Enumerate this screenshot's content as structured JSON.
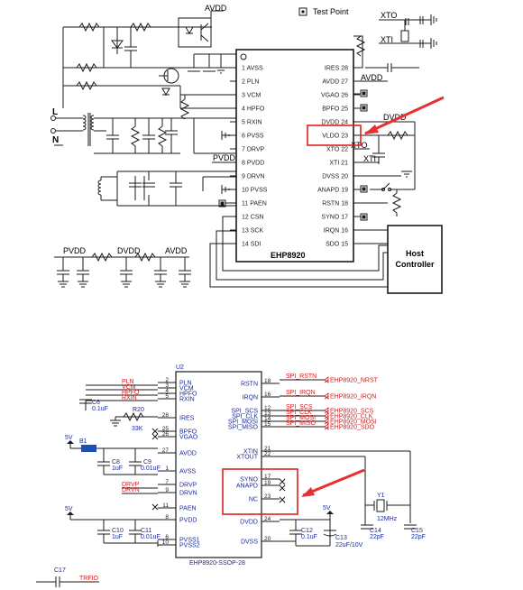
{
  "top": {
    "legend_label": "Test Point",
    "chip_name": "EHP8920",
    "left_pins": [
      "1 AVSS",
      "2 PLN",
      "3 VCM",
      "4 HPFO",
      "5 RXIN",
      "6 PVSS",
      "7 DRVP",
      "8 PVDD",
      "9 DRVN",
      "10 PVSS",
      "11 PAEN",
      "12 CSN",
      "13 SCK",
      "14 SDI"
    ],
    "right_pins": [
      "IRES 28",
      "AVDD 27",
      "VGAO 26",
      "BPFO 25",
      "DVDD 24",
      "VLDO 23",
      "XTO 22",
      "XTI 21",
      "DVSS 20",
      "ANAPD 19",
      "RSTN 18",
      "SYNO 17",
      "IRQN 16",
      "SDO 15"
    ],
    "nets": {
      "avdd_top": "AVDD",
      "avdd_right": "AVDD",
      "dvdd": "DVDD",
      "xto_a": "XTO",
      "xto_b": "XTO",
      "xti_a": "XTI",
      "xti_b": "XTI",
      "pvdd": "PVDD",
      "L": "L",
      "N": "N"
    },
    "bottom_supplies": [
      "PVDD",
      "DVDD",
      "AVDD"
    ],
    "host_line1": "Host",
    "host_line2": "Controller"
  },
  "bottom": {
    "ref": "U2",
    "part": "EHP8920-SSOP-28",
    "left_pins": [
      {
        "num": "2",
        "name": "PLN"
      },
      {
        "num": "3",
        "name": "VCM"
      },
      {
        "num": "4",
        "name": "HPFO"
      },
      {
        "num": "5",
        "name": "RXIN"
      },
      {
        "num": "28",
        "name": "IRES"
      },
      {
        "num": "25",
        "name": "BPFO"
      },
      {
        "num": "26",
        "name": "VGAO"
      },
      {
        "num": "27",
        "name": "AVDD"
      },
      {
        "num": "1",
        "name": "AVSS"
      },
      {
        "num": "7",
        "name": "DRVP"
      },
      {
        "num": "9",
        "name": "DRVN"
      },
      {
        "num": "11",
        "name": "PAEN"
      },
      {
        "num": "8",
        "name": "PVDD"
      },
      {
        "num": "6",
        "name": "PVSS1"
      },
      {
        "num": "10",
        "name": "PVSS2"
      }
    ],
    "right_pins": [
      {
        "num": "18",
        "name": "RSTN"
      },
      {
        "num": "16",
        "name": "IRQN"
      },
      {
        "num": "12",
        "name": "SPI_SCS"
      },
      {
        "num": "13",
        "name": "SPI_CLK"
      },
      {
        "num": "14",
        "name": "SPI_MOSI"
      },
      {
        "num": "15",
        "name": "SPI_MISO"
      },
      {
        "num": "21",
        "name": "XTIN"
      },
      {
        "num": "22",
        "name": "XTOUT"
      },
      {
        "num": "17",
        "name": "SYNO"
      },
      {
        "num": "19",
        "name": "ANAPD"
      },
      {
        "num": "23",
        "name": "NC"
      },
      {
        "num": "24",
        "name": "DVDD"
      },
      {
        "num": "20",
        "name": "DVSS"
      }
    ],
    "left_nets": [
      "PLN",
      "VCM",
      "HPFO",
      "RXIN",
      "DRVP",
      "DRVN"
    ],
    "right_net_labels": [
      "SPI_RSTN",
      "SPI_IRQN",
      "SPI_SCS",
      "SPI_CLK",
      "SPI_MOSI",
      "SPI_MISO"
    ],
    "ports": [
      "EHP8920_NRST",
      "EHP8920_IRQN",
      "EHP8920_SCS",
      "EHP8920_CLK",
      "EHP8920_MOSI",
      "EHP8920_SDO"
    ],
    "components": {
      "c6": "C6",
      "c6v": "0.1uF",
      "r20": "R20",
      "r20v": "33K",
      "b1": "B1",
      "v5a": "5V",
      "v5b": "5V",
      "v5c": "5V",
      "c8": "C8",
      "c8v": "1uF",
      "c9": "C9",
      "c9v": "0.01uF",
      "c10": "C10",
      "c10v": "1uF",
      "c11": "C11",
      "c11v": "0.01uF",
      "c12": "C12",
      "c12v": "0.1uF",
      "c13": "C13",
      "c13v": "22uF/10V",
      "y1": "Y1",
      "y1v": "12MHz",
      "c14": "C14",
      "c14v": "22pF",
      "c15": "C15",
      "c15v": "22pF",
      "c17": "C17",
      "trfio": "TRFIO"
    }
  },
  "colors": {
    "wire": "#1a1a1a",
    "box_red": "#e02020",
    "arrow": "#e83030",
    "net_red": "#d21a1a",
    "text_blue": "#1a2a9a",
    "b1": "#1f4fb4"
  }
}
